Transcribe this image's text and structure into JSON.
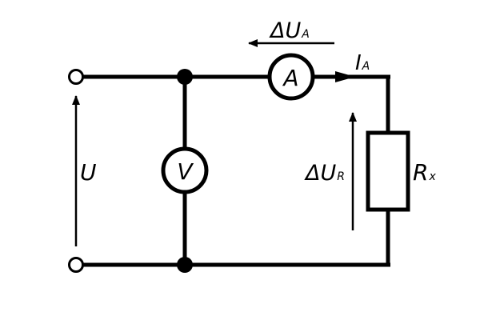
{
  "colors": {
    "wire": "#000000",
    "background": "#ffffff"
  },
  "labels": {
    "delta_u_a": {
      "main": "ΔU",
      "sub": "A"
    },
    "i_a": {
      "main": "I",
      "sub": "A"
    },
    "u": {
      "main": "U"
    },
    "delta_u_r": {
      "main": "ΔU",
      "sub": "R"
    },
    "r_x": {
      "main": "R",
      "sub": "x"
    }
  },
  "instruments": {
    "ammeter": "A",
    "voltmeter": "V"
  }
}
